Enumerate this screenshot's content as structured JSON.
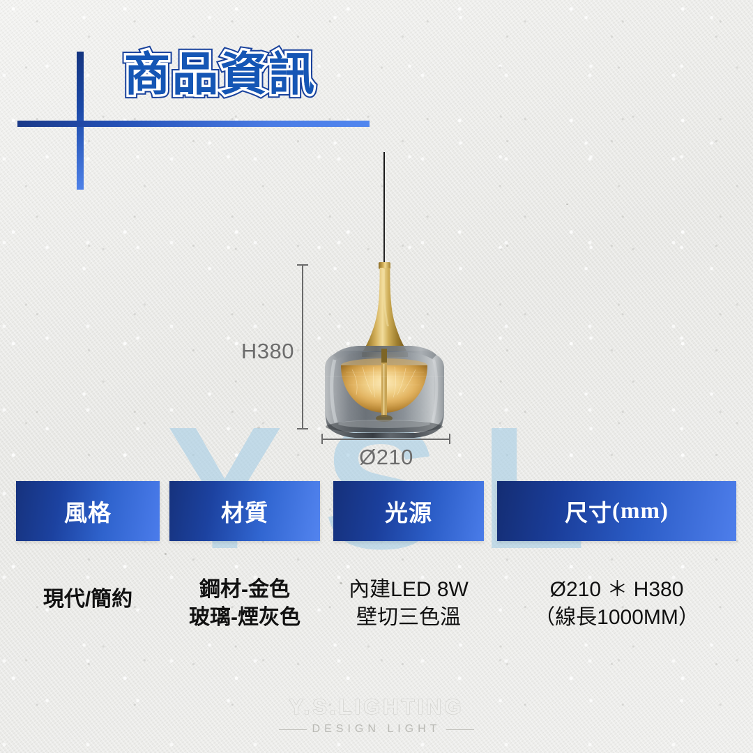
{
  "page": {
    "title": "商品資訊",
    "background_color": "#ebebe9",
    "accent_dark": "#16327d",
    "accent_light": "#4e81e8",
    "watermark_text": "YSL",
    "watermark_color": "#a8cfe6"
  },
  "product_image": {
    "name": "pendant-lamp",
    "cord_color": "#161616",
    "stem_color": "#c9a24e",
    "glass_color": "#8b9096",
    "inner_diffuser_color": "#e8b860"
  },
  "dimensions": {
    "height_label": "H380",
    "width_label": "Ø210",
    "line_color": "#6a6a6a"
  },
  "spec_table": {
    "columns": [
      {
        "key": "style",
        "header": "風格",
        "values": [
          "現代/簡約"
        ],
        "bold": true
      },
      {
        "key": "material",
        "header": "材質",
        "values": [
          "鋼材-金色",
          "玻璃-煙灰色"
        ],
        "bold": true
      },
      {
        "key": "light_source",
        "header": "光源",
        "values": [
          "內建LED 8W",
          "壁切三色溫"
        ],
        "bold": false
      },
      {
        "key": "size",
        "header_main": "尺寸",
        "header_unit": "(mm)",
        "header": "尺寸(mm)",
        "values": [
          "Ø210 ＊ H380",
          "（線長1000MM）"
        ],
        "bold": false
      }
    ]
  },
  "footer": {
    "brand": "Y.S.LIGHTING",
    "tagline": "DESIGN LIGHT"
  }
}
